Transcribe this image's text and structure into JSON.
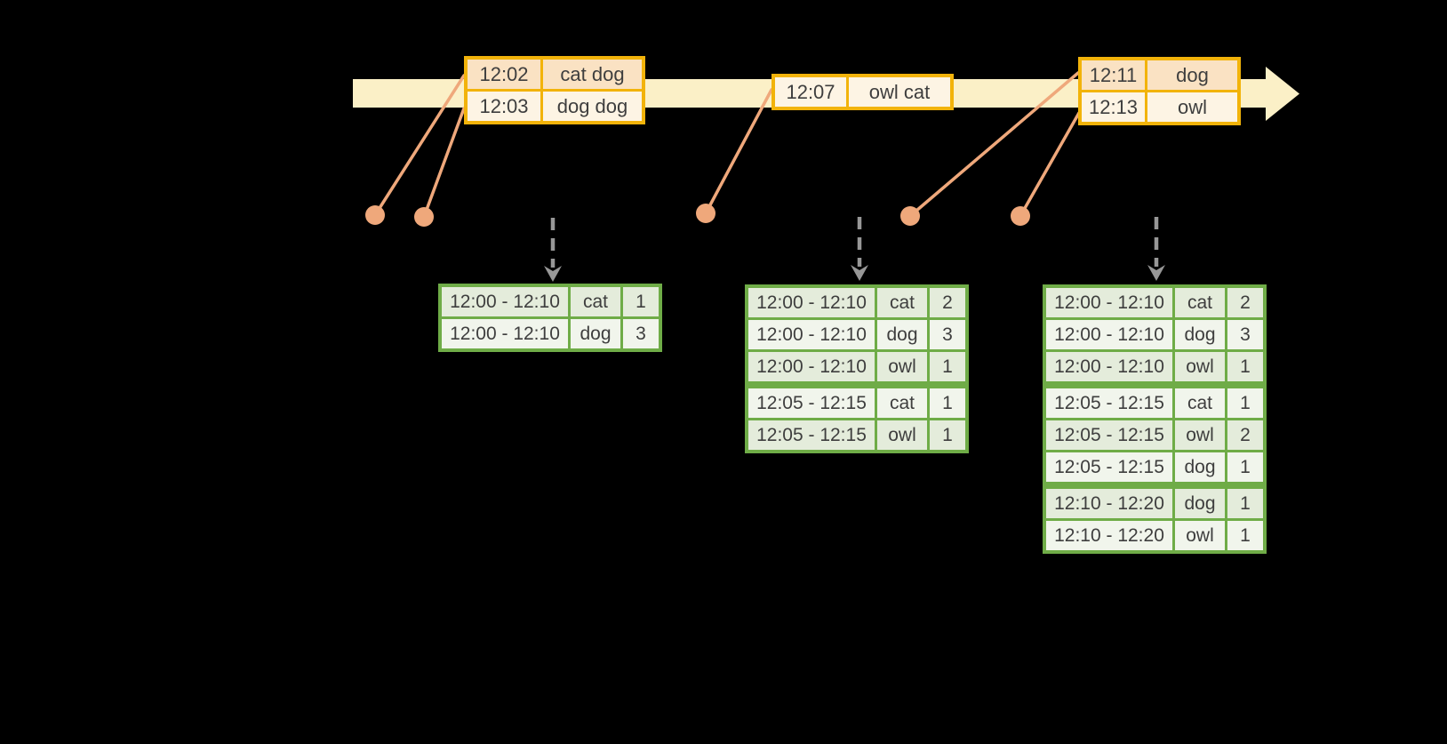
{
  "colors": {
    "background": "#000000",
    "timeline_fill": "#FBF0C7",
    "event_border": "#F2B30A",
    "event_row_dark": "#FAE2C3",
    "event_row_light": "#FDF4E4",
    "connector": "#EFA87B",
    "dashed_arrow": "#979797",
    "result_border": "#6FAC47",
    "result_row_dark": "#E4ECDB",
    "result_row_light": "#F1F5EC",
    "text": "#3E3E3E"
  },
  "event_tables": [
    {
      "rows": [
        [
          "12:02",
          "cat dog"
        ],
        [
          "12:03",
          "dog dog"
        ]
      ]
    },
    {
      "rows": [
        [
          "12:07",
          "owl cat"
        ]
      ]
    },
    {
      "rows": [
        [
          "12:11",
          "dog"
        ],
        [
          "12:13",
          "owl"
        ]
      ]
    }
  ],
  "result_tables": [
    {
      "rows": [
        [
          "12:00 - 12:10",
          "cat",
          "1"
        ],
        [
          "12:00 - 12:10",
          "dog",
          "3"
        ]
      ],
      "group_starts": []
    },
    {
      "rows": [
        [
          "12:00 - 12:10",
          "cat",
          "2"
        ],
        [
          "12:00 - 12:10",
          "dog",
          "3"
        ],
        [
          "12:00 - 12:10",
          "owl",
          "1"
        ],
        [
          "12:05 - 12:15",
          "cat",
          "1"
        ],
        [
          "12:05 - 12:15",
          "owl",
          "1"
        ]
      ],
      "group_starts": [
        3
      ]
    },
    {
      "rows": [
        [
          "12:00 - 12:10",
          "cat",
          "2"
        ],
        [
          "12:00 - 12:10",
          "dog",
          "3"
        ],
        [
          "12:00 - 12:10",
          "owl",
          "1"
        ],
        [
          "12:05 - 12:15",
          "cat",
          "1"
        ],
        [
          "12:05 - 12:15",
          "owl",
          "2"
        ],
        [
          "12:05 - 12:15",
          "dog",
          "1"
        ],
        [
          "12:10 - 12:20",
          "dog",
          "1"
        ],
        [
          "12:10 - 12:20",
          "owl",
          "1"
        ]
      ],
      "group_starts": [
        3,
        6
      ]
    }
  ]
}
